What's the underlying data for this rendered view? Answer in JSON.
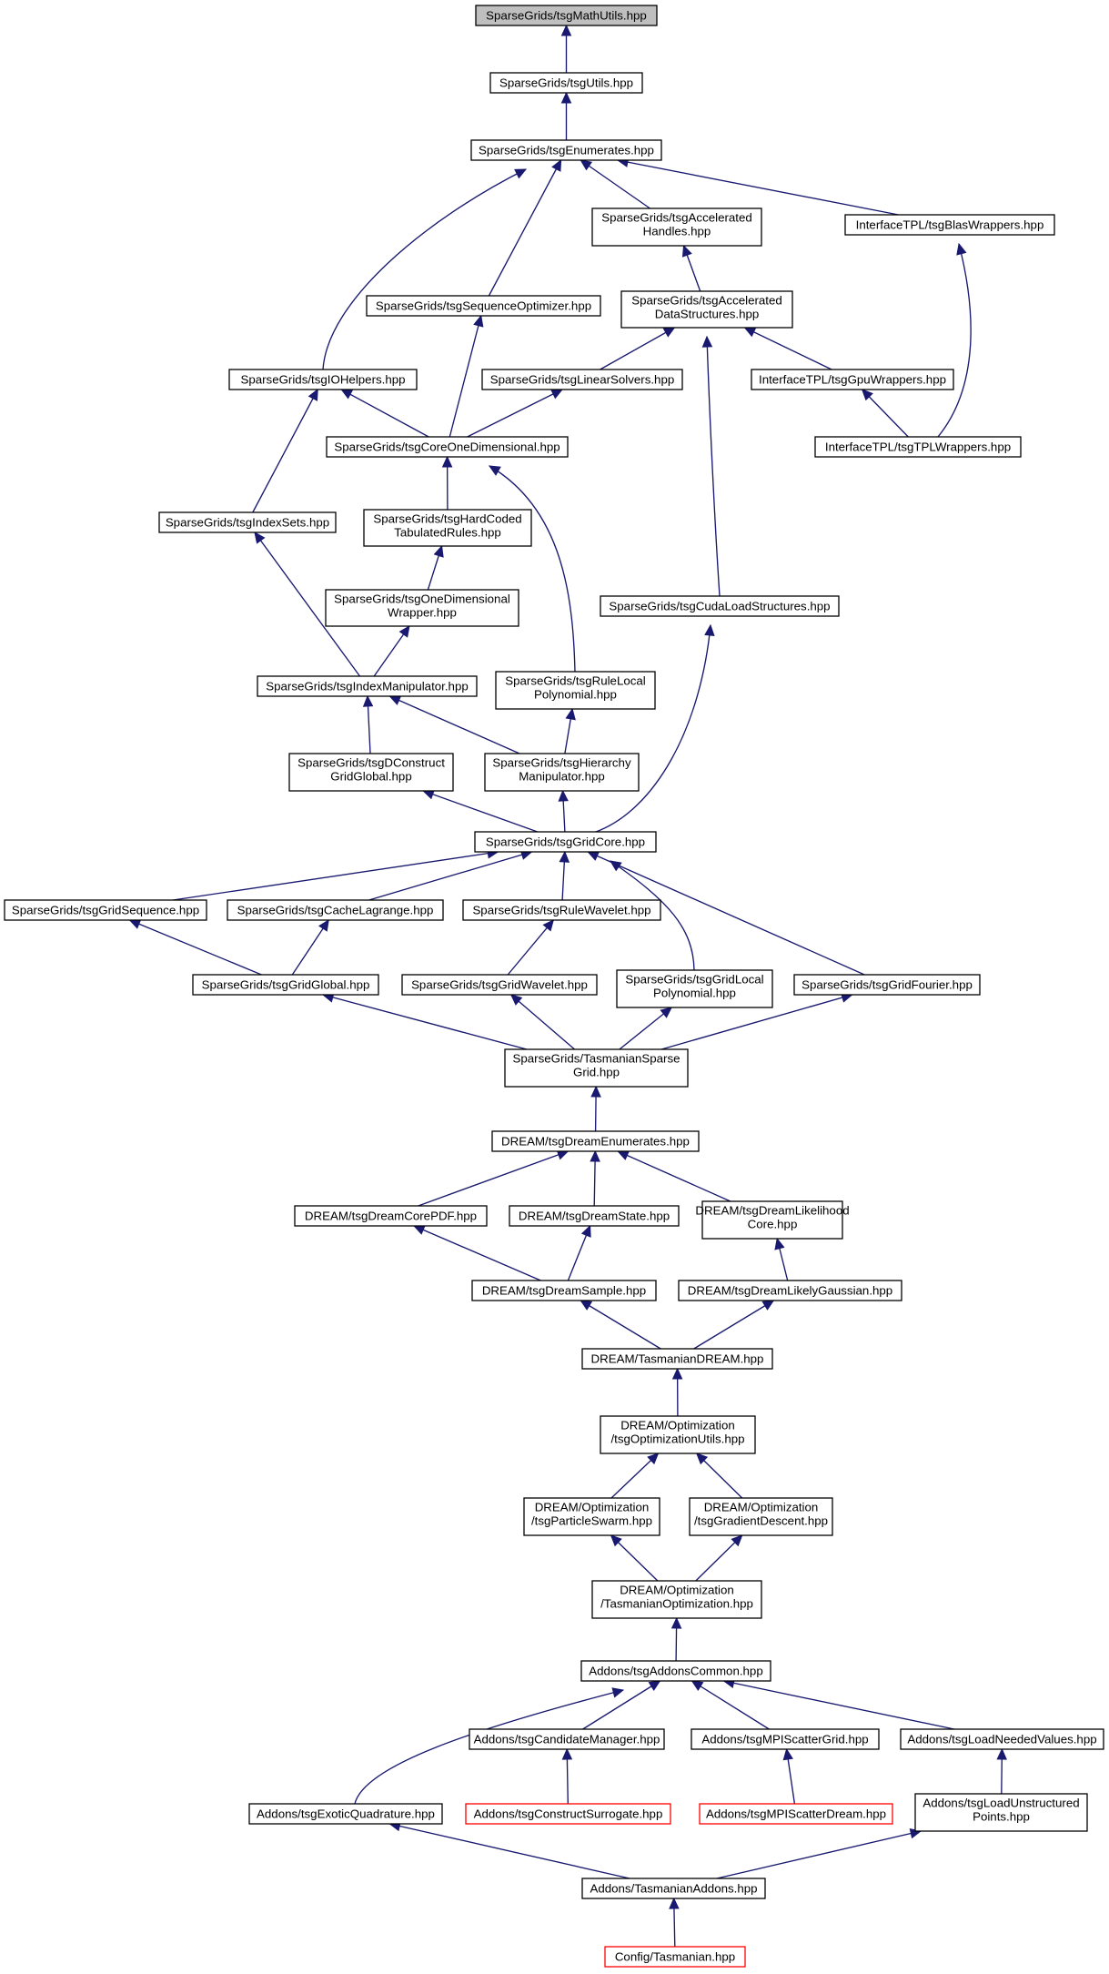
{
  "graph": {
    "title": "",
    "nodes": [
      {
        "id": "mathutils",
        "lines": [
          "SparseGrids/tsgMathUtils.hpp"
        ],
        "style": "root"
      },
      {
        "id": "utils",
        "lines": [
          "SparseGrids/tsgUtils.hpp"
        ]
      },
      {
        "id": "enumerates",
        "lines": [
          "SparseGrids/tsgEnumerates.hpp"
        ]
      },
      {
        "id": "acchandles",
        "lines": [
          "SparseGrids/tsgAccelerated",
          "Handles.hpp"
        ]
      },
      {
        "id": "blaswrappers",
        "lines": [
          "InterfaceTPL/tsgBlasWrappers.hpp"
        ]
      },
      {
        "id": "seqopt",
        "lines": [
          "SparseGrids/tsgSequenceOptimizer.hpp"
        ]
      },
      {
        "id": "accdata",
        "lines": [
          "SparseGrids/tsgAccelerated",
          "DataStructures.hpp"
        ]
      },
      {
        "id": "iohelpers",
        "lines": [
          "SparseGrids/tsgIOHelpers.hpp"
        ]
      },
      {
        "id": "linsolvers",
        "lines": [
          "SparseGrids/tsgLinearSolvers.hpp"
        ]
      },
      {
        "id": "gpuwrappers",
        "lines": [
          "InterfaceTPL/tsgGpuWrappers.hpp"
        ]
      },
      {
        "id": "coreonedim",
        "lines": [
          "SparseGrids/tsgCoreOneDimensional.hpp"
        ]
      },
      {
        "id": "tplwrappers",
        "lines": [
          "InterfaceTPL/tsgTPLWrappers.hpp"
        ]
      },
      {
        "id": "indexsets",
        "lines": [
          "SparseGrids/tsgIndexSets.hpp"
        ]
      },
      {
        "id": "hardcoded",
        "lines": [
          "SparseGrids/tsgHardCoded",
          "TabulatedRules.hpp"
        ]
      },
      {
        "id": "onedimwrap",
        "lines": [
          "SparseGrids/tsgOneDimensional",
          "Wrapper.hpp"
        ]
      },
      {
        "id": "cudaload",
        "lines": [
          "SparseGrids/tsgCudaLoadStructures.hpp"
        ]
      },
      {
        "id": "indexmanip",
        "lines": [
          "SparseGrids/tsgIndexManipulator.hpp"
        ]
      },
      {
        "id": "rulelocal",
        "lines": [
          "SparseGrids/tsgRuleLocal",
          "Polynomial.hpp"
        ]
      },
      {
        "id": "dconstruct",
        "lines": [
          "SparseGrids/tsgDConstruct",
          "GridGlobal.hpp"
        ]
      },
      {
        "id": "hierarchy",
        "lines": [
          "SparseGrids/tsgHierarchy",
          "Manipulator.hpp"
        ]
      },
      {
        "id": "gridcore",
        "lines": [
          "SparseGrids/tsgGridCore.hpp"
        ]
      },
      {
        "id": "gridsequence",
        "lines": [
          "SparseGrids/tsgGridSequence.hpp"
        ]
      },
      {
        "id": "cachelagrange",
        "lines": [
          "SparseGrids/tsgCacheLagrange.hpp"
        ]
      },
      {
        "id": "rulewavelet",
        "lines": [
          "SparseGrids/tsgRuleWavelet.hpp"
        ]
      },
      {
        "id": "gridglobal",
        "lines": [
          "SparseGrids/tsgGridGlobal.hpp"
        ]
      },
      {
        "id": "gridwavelet",
        "lines": [
          "SparseGrids/tsgGridWavelet.hpp"
        ]
      },
      {
        "id": "gridlocal",
        "lines": [
          "SparseGrids/tsgGridLocal",
          "Polynomial.hpp"
        ]
      },
      {
        "id": "gridfourier",
        "lines": [
          "SparseGrids/tsgGridFourier.hpp"
        ]
      },
      {
        "id": "tasmaniansparse",
        "lines": [
          "SparseGrids/TasmanianSparse",
          "Grid.hpp"
        ]
      },
      {
        "id": "dreamenum",
        "lines": [
          "DREAM/tsgDreamEnumerates.hpp"
        ]
      },
      {
        "id": "dreamcorepdf",
        "lines": [
          "DREAM/tsgDreamCorePDF.hpp"
        ]
      },
      {
        "id": "dreamstate",
        "lines": [
          "DREAM/tsgDreamState.hpp"
        ]
      },
      {
        "id": "dreamlikecore",
        "lines": [
          "DREAM/tsgDreamLikelihood",
          "Core.hpp"
        ]
      },
      {
        "id": "dreamsample",
        "lines": [
          "DREAM/tsgDreamSample.hpp"
        ]
      },
      {
        "id": "dreamlikegauss",
        "lines": [
          "DREAM/tsgDreamLikelyGaussian.hpp"
        ]
      },
      {
        "id": "tasmaniandream",
        "lines": [
          "DREAM/TasmanianDREAM.hpp"
        ]
      },
      {
        "id": "optutils",
        "lines": [
          "DREAM/Optimization",
          "/tsgOptimizationUtils.hpp"
        ]
      },
      {
        "id": "particleswarm",
        "lines": [
          "DREAM/Optimization",
          "/tsgParticleSwarm.hpp"
        ]
      },
      {
        "id": "graddescent",
        "lines": [
          "DREAM/Optimization",
          "/tsgGradientDescent.hpp"
        ]
      },
      {
        "id": "tasmanianopt",
        "lines": [
          "DREAM/Optimization",
          "/TasmanianOptimization.hpp"
        ]
      },
      {
        "id": "addonscommon",
        "lines": [
          "Addons/tsgAddonsCommon.hpp"
        ]
      },
      {
        "id": "candidatemgr",
        "lines": [
          "Addons/tsgCandidateManager.hpp"
        ]
      },
      {
        "id": "mpiscattergrid",
        "lines": [
          "Addons/tsgMPIScatterGrid.hpp"
        ]
      },
      {
        "id": "loadneeded",
        "lines": [
          "Addons/tsgLoadNeededValues.hpp"
        ]
      },
      {
        "id": "exoticquad",
        "lines": [
          "Addons/tsgExoticQuadrature.hpp"
        ]
      },
      {
        "id": "constructsurr",
        "lines": [
          "Addons/tsgConstructSurrogate.hpp"
        ],
        "style": "red"
      },
      {
        "id": "mpiscatterdream",
        "lines": [
          "Addons/tsgMPIScatterDream.hpp"
        ],
        "style": "red"
      },
      {
        "id": "loadunstructured",
        "lines": [
          "Addons/tsgLoadUnstructured",
          "Points.hpp"
        ]
      },
      {
        "id": "tasmanianaddons",
        "lines": [
          "Addons/TasmanianAddons.hpp"
        ]
      },
      {
        "id": "tasmanian",
        "lines": [
          "Config/Tasmanian.hpp"
        ],
        "style": "red"
      }
    ],
    "edges": [
      {
        "from": "mathutils",
        "to": "utils"
      },
      {
        "from": "utils",
        "to": "enumerates"
      },
      {
        "from": "enumerates",
        "to": "acchandles"
      },
      {
        "from": "enumerates",
        "to": "blaswrappers"
      },
      {
        "from": "enumerates",
        "to": "seqopt"
      },
      {
        "from": "enumerates",
        "to": "iohelpers"
      },
      {
        "from": "acchandles",
        "to": "accdata"
      },
      {
        "from": "blaswrappers",
        "to": "tplwrappers"
      },
      {
        "from": "seqopt",
        "to": "coreonedim"
      },
      {
        "from": "accdata",
        "to": "linsolvers"
      },
      {
        "from": "accdata",
        "to": "gpuwrappers"
      },
      {
        "from": "accdata",
        "to": "cudaload"
      },
      {
        "from": "iohelpers",
        "to": "coreonedim"
      },
      {
        "from": "iohelpers",
        "to": "indexsets"
      },
      {
        "from": "linsolvers",
        "to": "coreonedim"
      },
      {
        "from": "gpuwrappers",
        "to": "tplwrappers"
      },
      {
        "from": "coreonedim",
        "to": "hardcoded"
      },
      {
        "from": "coreonedim",
        "to": "rulelocal"
      },
      {
        "from": "hardcoded",
        "to": "onedimwrap"
      },
      {
        "from": "onedimwrap",
        "to": "indexmanip"
      },
      {
        "from": "indexsets",
        "to": "indexmanip"
      },
      {
        "from": "indexmanip",
        "to": "dconstruct"
      },
      {
        "from": "indexmanip",
        "to": "hierarchy"
      },
      {
        "from": "rulelocal",
        "to": "hierarchy"
      },
      {
        "from": "dconstruct",
        "to": "gridcore"
      },
      {
        "from": "hierarchy",
        "to": "gridcore"
      },
      {
        "from": "cudaload",
        "to": "gridcore"
      },
      {
        "from": "gridcore",
        "to": "gridsequence"
      },
      {
        "from": "gridcore",
        "to": "cachelagrange"
      },
      {
        "from": "gridcore",
        "to": "rulewavelet"
      },
      {
        "from": "gridcore",
        "to": "gridlocal"
      },
      {
        "from": "gridcore",
        "to": "gridfourier"
      },
      {
        "from": "gridsequence",
        "to": "gridglobal"
      },
      {
        "from": "cachelagrange",
        "to": "gridglobal"
      },
      {
        "from": "rulewavelet",
        "to": "gridwavelet"
      },
      {
        "from": "gridglobal",
        "to": "tasmaniansparse"
      },
      {
        "from": "gridwavelet",
        "to": "tasmaniansparse"
      },
      {
        "from": "gridlocal",
        "to": "tasmaniansparse"
      },
      {
        "from": "gridfourier",
        "to": "tasmaniansparse"
      },
      {
        "from": "tasmaniansparse",
        "to": "dreamenum"
      },
      {
        "from": "dreamenum",
        "to": "dreamcorepdf"
      },
      {
        "from": "dreamenum",
        "to": "dreamstate"
      },
      {
        "from": "dreamenum",
        "to": "dreamlikecore"
      },
      {
        "from": "dreamcorepdf",
        "to": "dreamsample"
      },
      {
        "from": "dreamstate",
        "to": "dreamsample"
      },
      {
        "from": "dreamlikecore",
        "to": "dreamlikegauss"
      },
      {
        "from": "dreamsample",
        "to": "tasmaniandream"
      },
      {
        "from": "dreamlikegauss",
        "to": "tasmaniandream"
      },
      {
        "from": "tasmaniandream",
        "to": "optutils"
      },
      {
        "from": "optutils",
        "to": "particleswarm"
      },
      {
        "from": "optutils",
        "to": "graddescent"
      },
      {
        "from": "particleswarm",
        "to": "tasmanianopt"
      },
      {
        "from": "graddescent",
        "to": "tasmanianopt"
      },
      {
        "from": "tasmanianopt",
        "to": "addonscommon"
      },
      {
        "from": "addonscommon",
        "to": "candidatemgr"
      },
      {
        "from": "addonscommon",
        "to": "mpiscattergrid"
      },
      {
        "from": "addonscommon",
        "to": "loadneeded"
      },
      {
        "from": "addonscommon",
        "to": "exoticquad"
      },
      {
        "from": "candidatemgr",
        "to": "constructsurr"
      },
      {
        "from": "mpiscattergrid",
        "to": "mpiscatterdream"
      },
      {
        "from": "loadneeded",
        "to": "loadunstructured"
      },
      {
        "from": "exoticquad",
        "to": "tasmanianaddons"
      },
      {
        "from": "loadunstructured",
        "to": "tasmanianaddons"
      },
      {
        "from": "tasmanianaddons",
        "to": "tasmanian"
      }
    ],
    "colors": {
      "edge": "#191970",
      "node_border": "#000000",
      "root_fill": "#bfbfbf",
      "missing_border": "#ff0000"
    }
  }
}
